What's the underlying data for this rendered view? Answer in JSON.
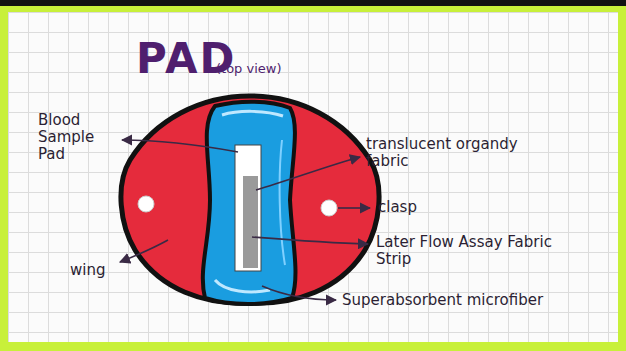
{
  "diagram": {
    "title": "PAD",
    "labels": [
      "(top view)",
      "Blood Sample Pad",
      "translucent organdy fabric",
      "clasp",
      "Later Flow Assay Fabric Strip",
      "wing",
      "Superabsorbent microfiber"
    ]
  }
}
